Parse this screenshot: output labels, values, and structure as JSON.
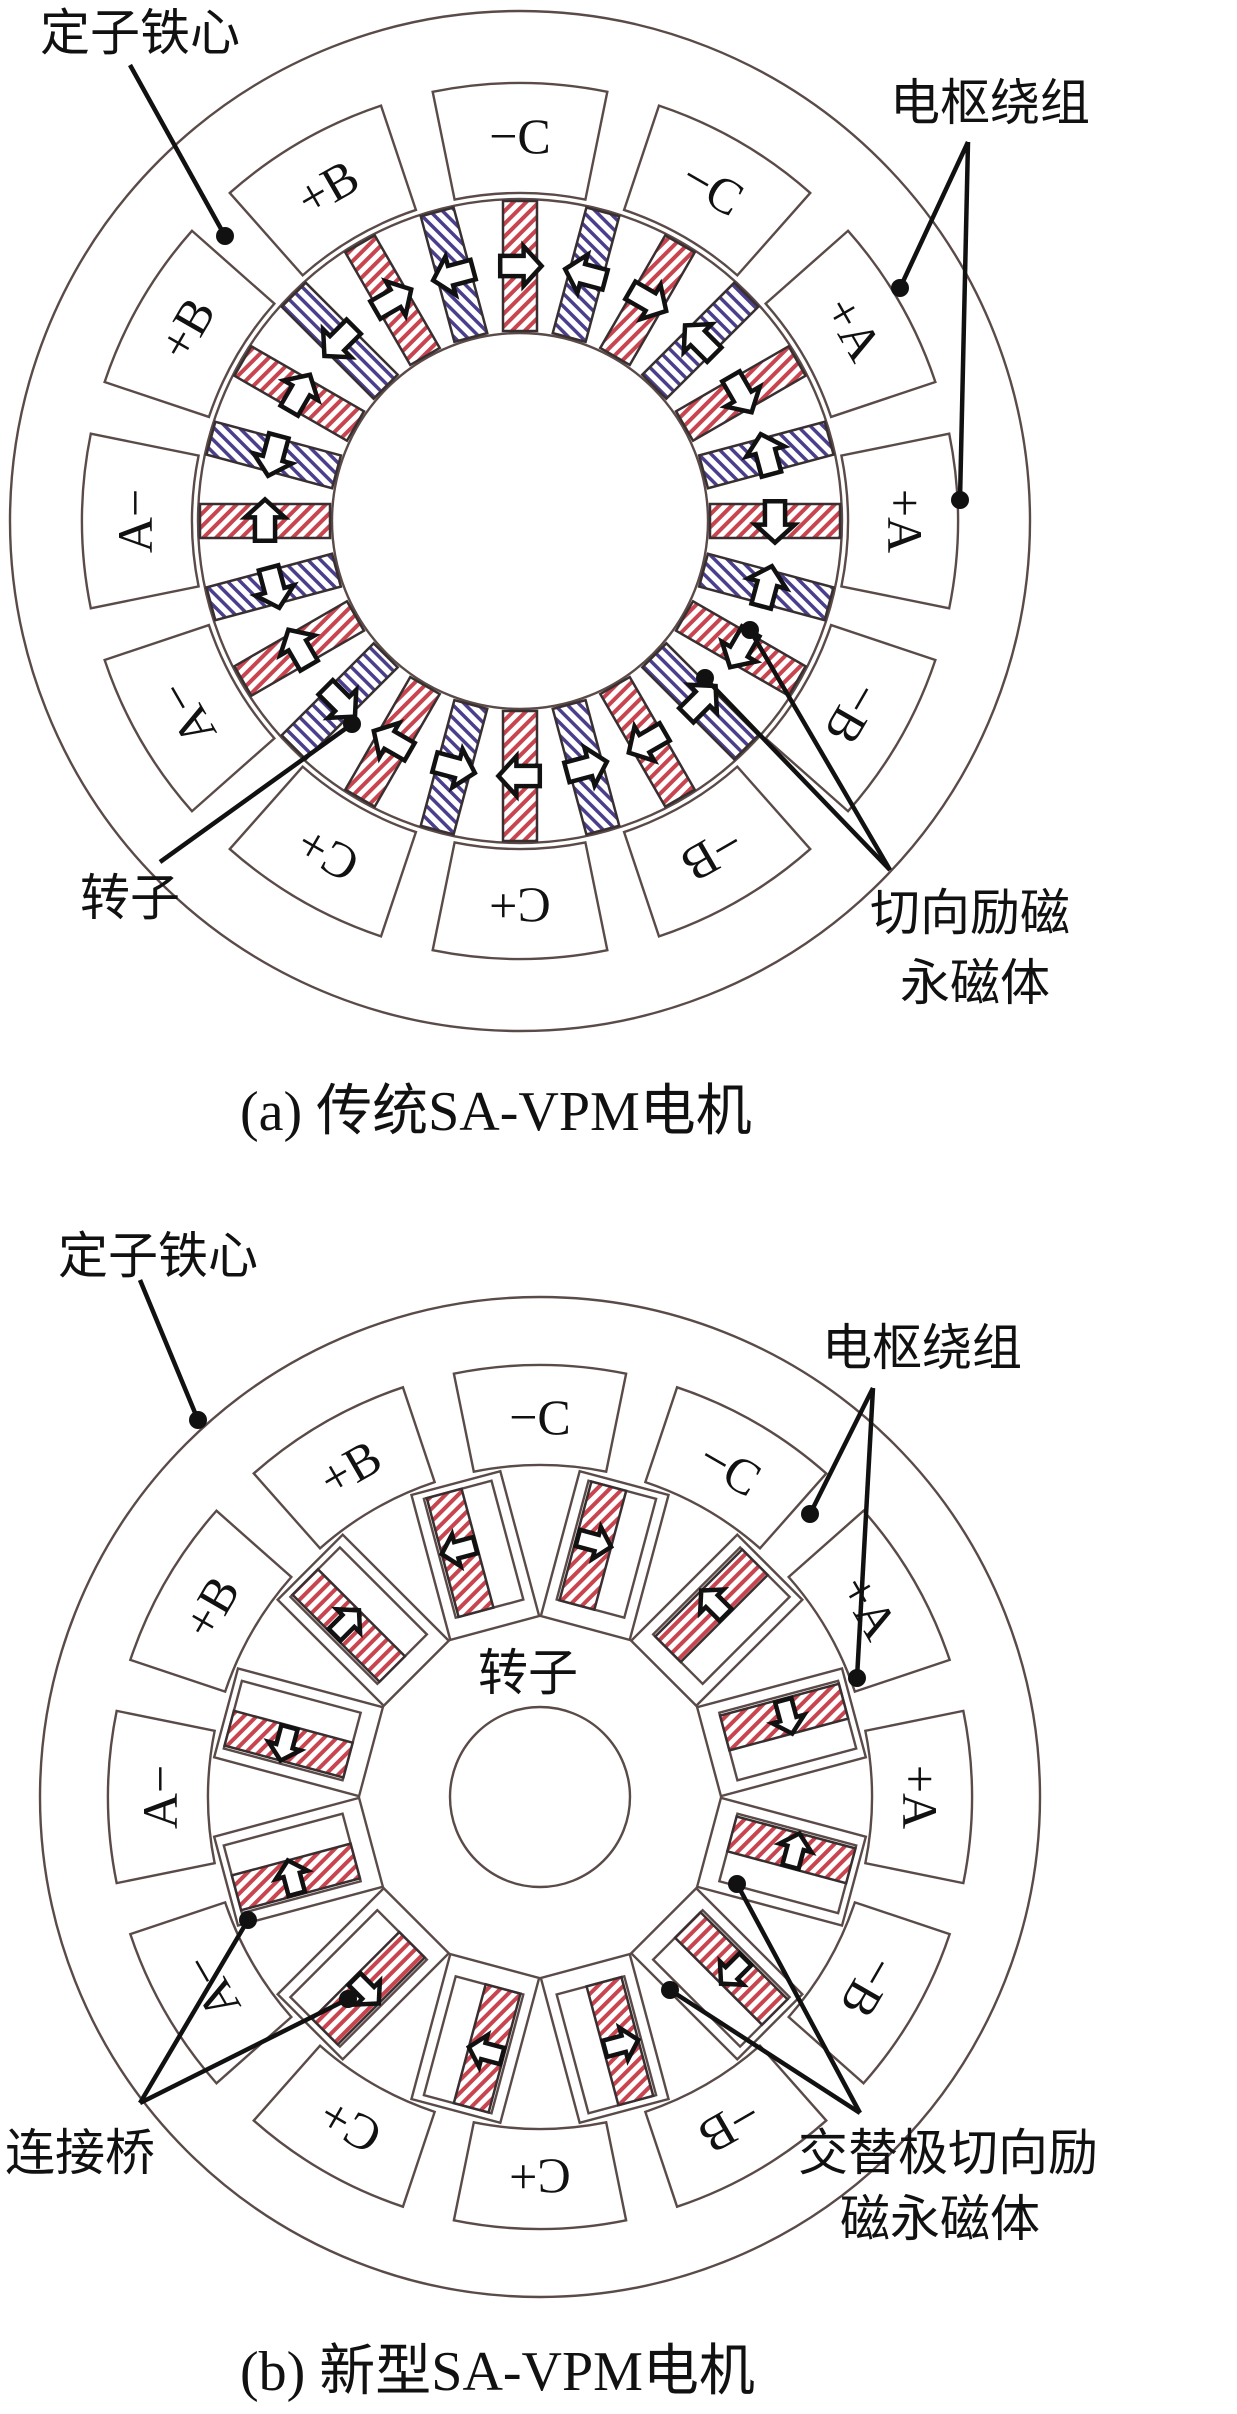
{
  "colors": {
    "magnet_red": "#c8454f",
    "magnet_blue": "#4a3f8c",
    "outline": "#5a4a48",
    "text": "#111111"
  },
  "figure_a": {
    "caption": "(a) 传统SA-VPM电机",
    "callouts": {
      "stator_core": "定子铁心",
      "armature_winding": "电枢绕组",
      "rotor": "转子",
      "tangential_pm_line1": "切向励磁",
      "tangential_pm_line2": "永磁体"
    },
    "coil_labels": [
      "−C",
      "−C",
      "+A",
      "+A",
      "−B",
      "−B",
      "C+",
      "C+",
      "A−",
      "A−",
      "+B",
      "+B"
    ],
    "magnet_count": 24,
    "magnet_colors": [
      "red",
      "blue"
    ]
  },
  "figure_b": {
    "caption": "(b) 新型SA-VPM电机",
    "callouts": {
      "stator_core": "定子铁心",
      "armature_winding": "电枢绕组",
      "rotor": "转子",
      "bridge": "连接桥",
      "cp_pm_line1": "交替极切向励",
      "cp_pm_line2": "磁永磁体"
    },
    "coil_labels": [
      "−C",
      "−C",
      "+A",
      "+A",
      "−B",
      "−B",
      "C+",
      "C+",
      "A−",
      "A−",
      "+B",
      "+B"
    ],
    "magnet_count": 12,
    "magnet_colors": [
      "red"
    ]
  }
}
